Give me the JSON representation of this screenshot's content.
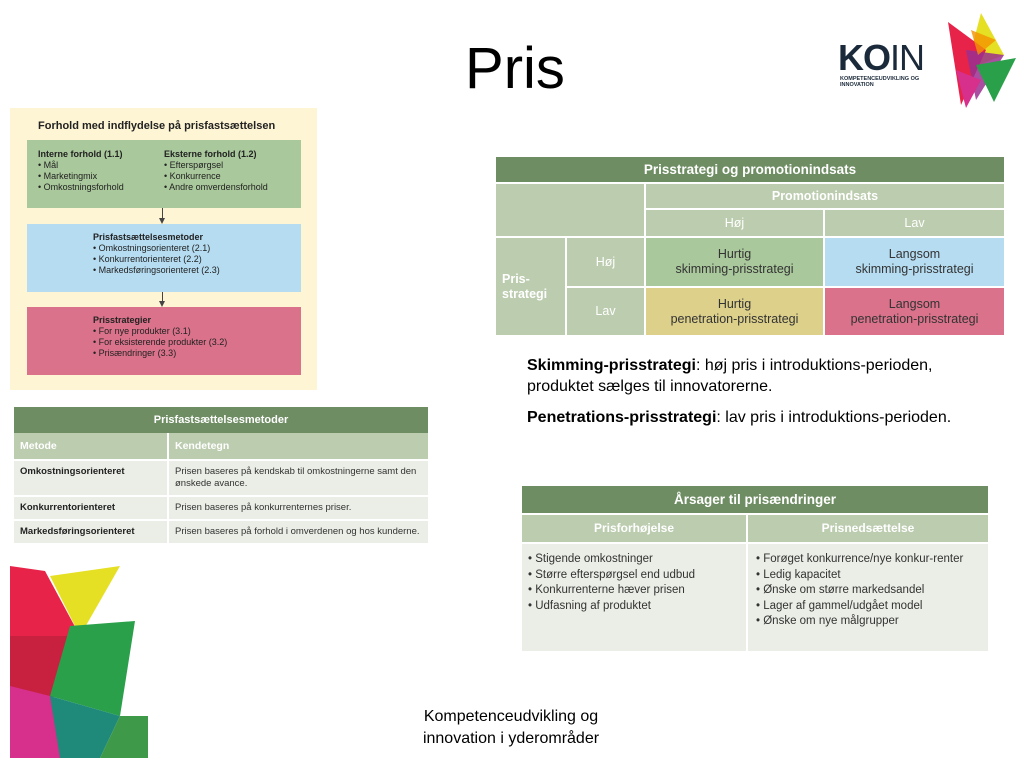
{
  "slide": {
    "title": "Pris",
    "footer_line1": "Kompetenceudvikling og",
    "footer_line2": "innovation i yderområder"
  },
  "logo": {
    "word_bold": "KO",
    "word_thin": "IN",
    "subtitle_line1": "KOMPETENCEUDVIKLING OG",
    "subtitle_line2": "INNOVATION"
  },
  "flowchart": {
    "title": "Forhold med indflydelse på prisfastsættelsen",
    "internal": {
      "heading": "Interne forhold (1.1)",
      "items": [
        "Mål",
        "Marketingmix",
        "Omkostningsforhold"
      ]
    },
    "external": {
      "heading": "Eksterne forhold (1.2)",
      "items": [
        "Efterspørgsel",
        "Konkurrence",
        "Andre omverdensforhold"
      ]
    },
    "methods": {
      "heading": "Prisfastsættelsesmetoder",
      "items": [
        "Omkostningsorienteret (2.1)",
        "Konkurrentorienteret (2.2)",
        "Markedsføringsorienteret (2.3)"
      ]
    },
    "strategies": {
      "heading": "Prisstrategier",
      "items": [
        "For nye produkter (3.1)",
        "For eksisterende produkter (3.2)",
        "Prisændringer (3.3)"
      ]
    }
  },
  "methods_table": {
    "title": "Prisfastsættelsesmetoder",
    "col_method": "Metode",
    "col_trait": "Kendetegn",
    "rows": [
      {
        "method": "Omkostningsorienteret",
        "trait": "Prisen baseres på kendskab til omkostningerne samt den ønskede avance."
      },
      {
        "method": "Konkurrentorienteret",
        "trait": "Prisen baseres på konkurrenternes priser."
      },
      {
        "method": "Markedsføringsorienteret",
        "trait": "Prisen baseres på forhold i omverdenen og hos kunderne."
      }
    ]
  },
  "strategy_table": {
    "title": "Prisstrategi og promotionindsats",
    "promo_header": "Promotionindsats",
    "promo_high": "Høj",
    "promo_low": "Lav",
    "price_label_1": "Pris-",
    "price_label_2": "strategi",
    "price_high": "Høj",
    "price_low": "Lav",
    "cells": {
      "hh_1": "Hurtig",
      "hh_2": "skimming-prisstrategi",
      "hl_1": "Langsom",
      "hl_2": "skimming-prisstrategi",
      "lh_1": "Hurtig",
      "lh_2": "penetration-prisstrategi",
      "ll_1": "Langsom",
      "ll_2": "penetration-prisstrategi"
    },
    "colors": {
      "header": "#6e8d63",
      "sub": "#bcccaf",
      "green": "#a9c89b",
      "blue": "#b5dcf1",
      "yellow": "#dcd08b",
      "red": "#d9728a"
    }
  },
  "definitions": {
    "skimming_term": "Skimming-prisstrategi",
    "skimming_text": ": høj pris i introduktions-perioden, produktet sælges til innovatorerne.",
    "penetration_term": "Penetrations-prisstrategi",
    "penetration_text": ": lav pris i introduktions-perioden."
  },
  "reasons_table": {
    "title": "Årsager til prisændringer",
    "col_increase": "Prisforhøjelse",
    "col_decrease": "Prisnedsættelse",
    "increase_items": [
      "Stigende omkostninger",
      "Større efterspørgsel end udbud",
      "Konkurrenterne hæver prisen",
      "Udfasning af produktet"
    ],
    "decrease_items": [
      "Forøget konkurrence/nye konkur-renter",
      "Ledig kapacitet",
      "Ønske om større markedsandel",
      "Lager af gammel/udgået model",
      "Ønske om nye målgrupper"
    ]
  }
}
